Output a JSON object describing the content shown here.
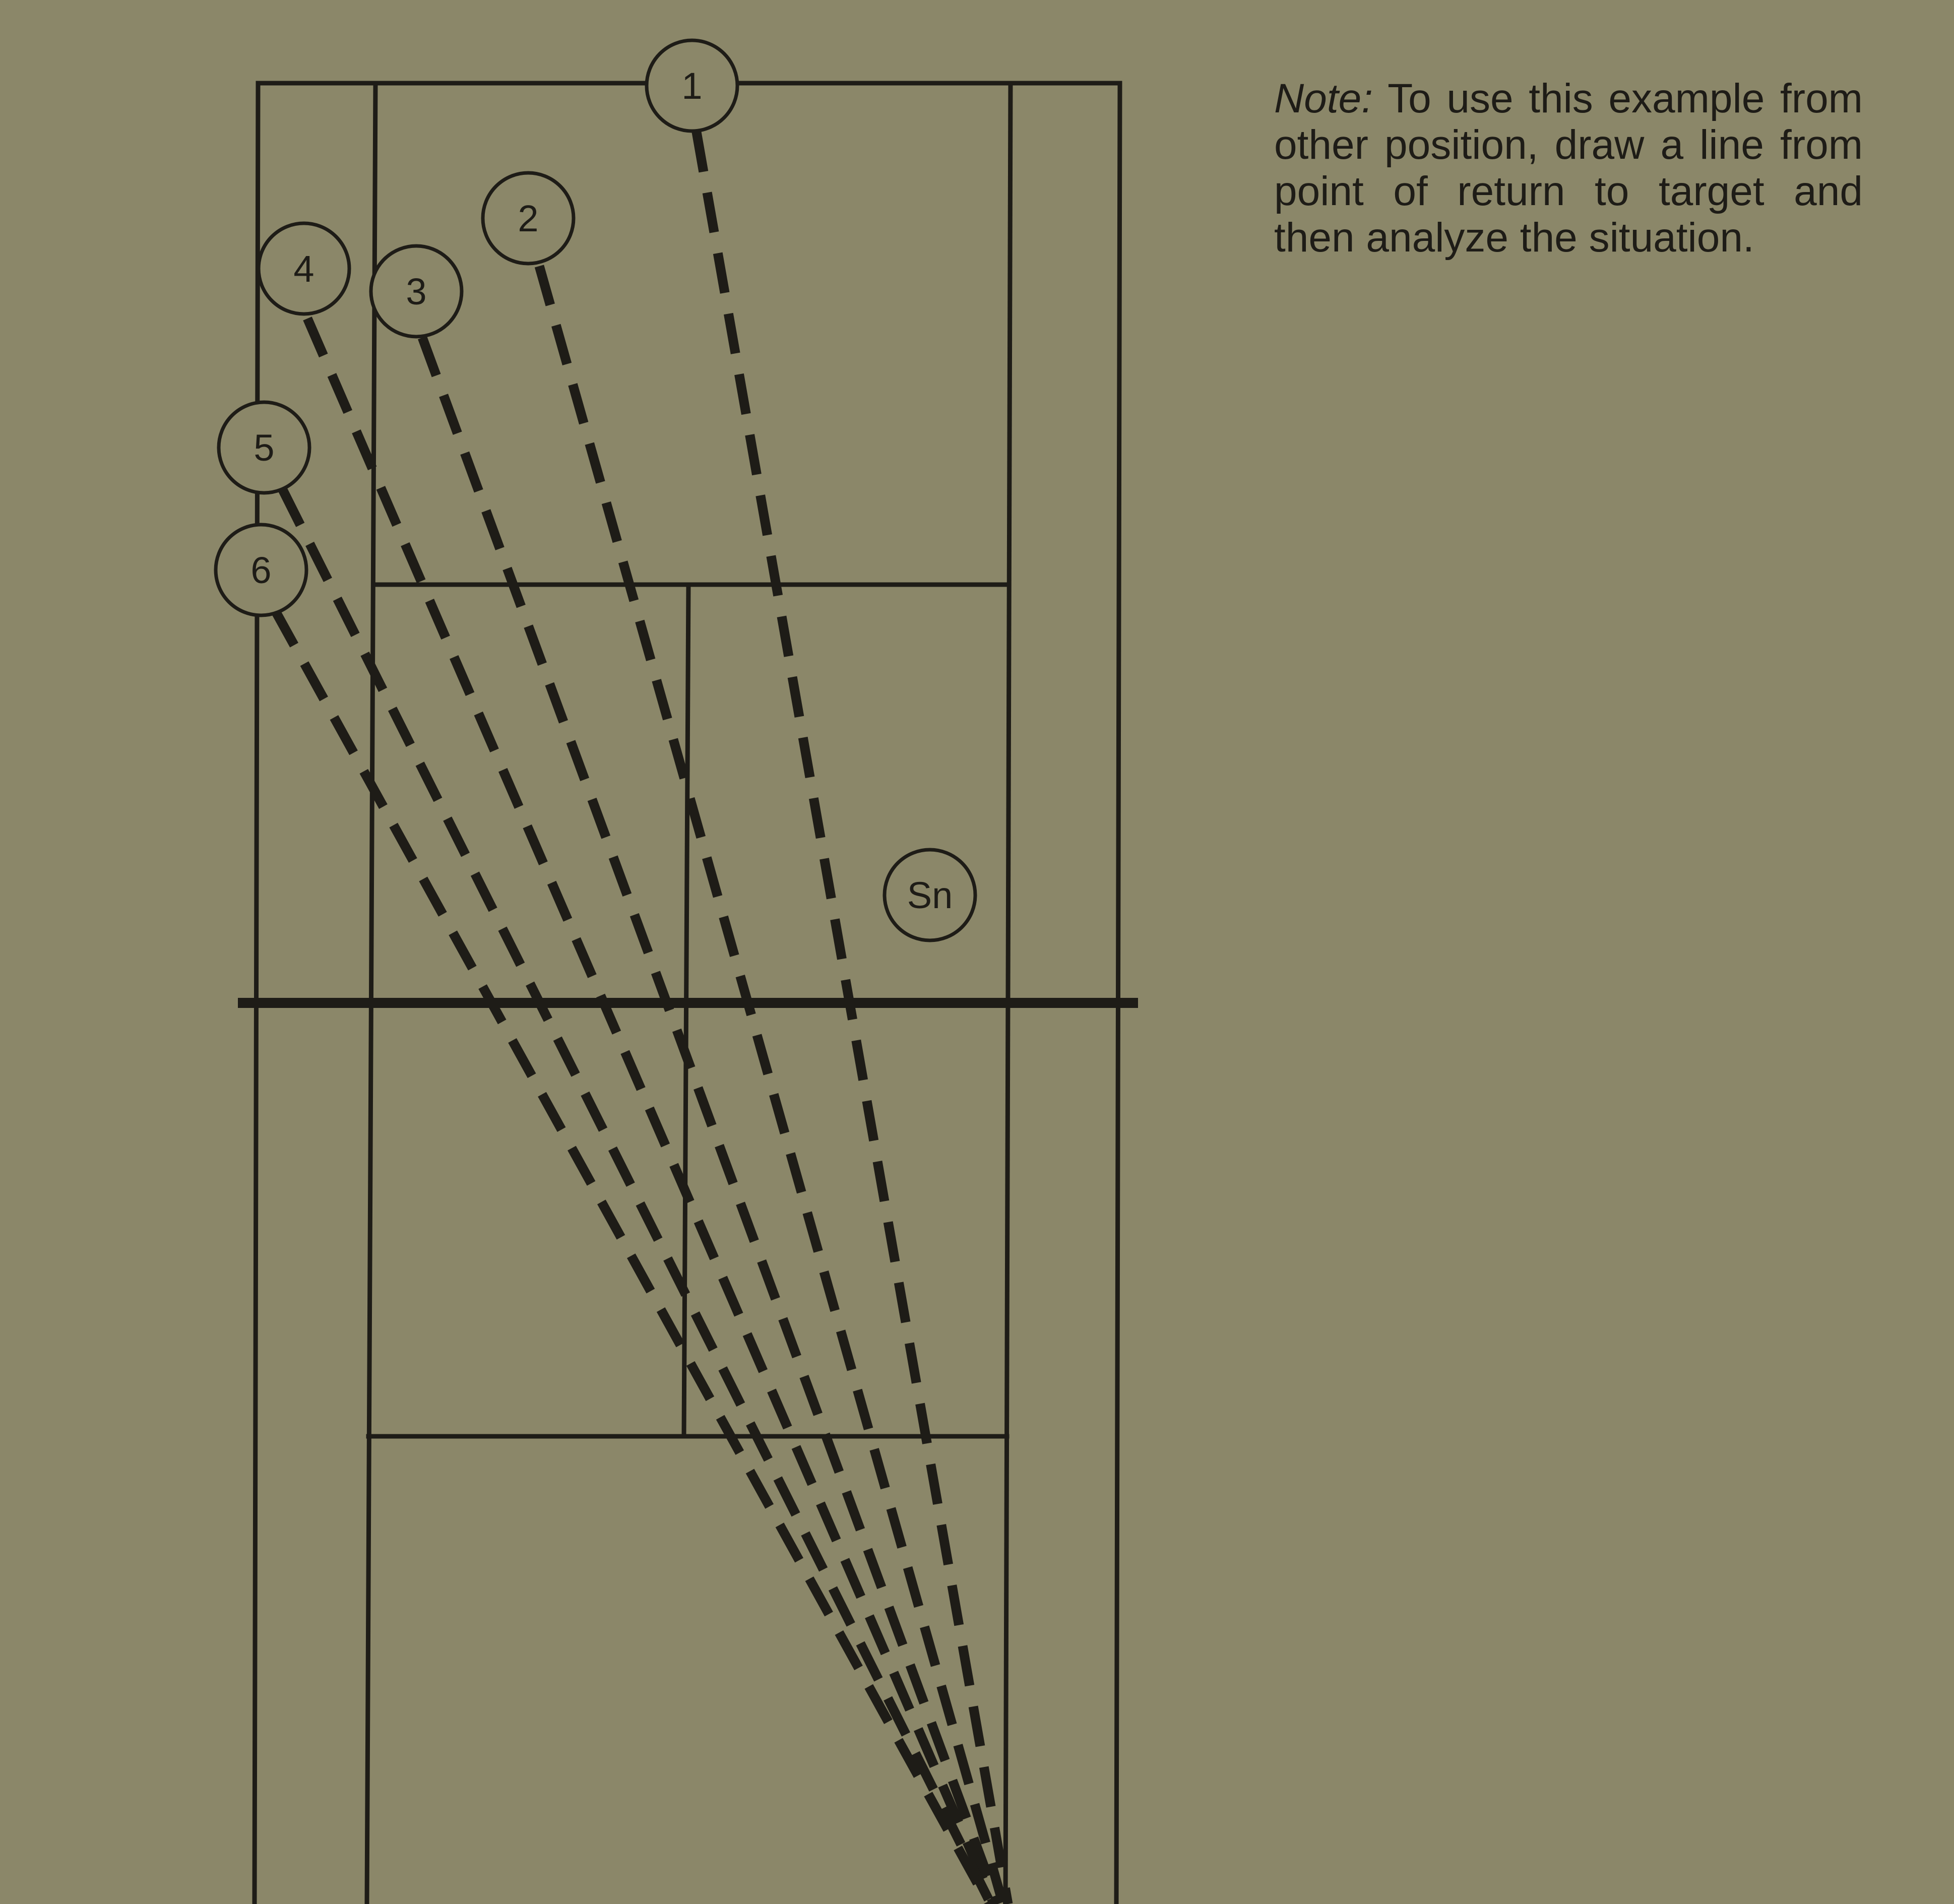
{
  "note": {
    "label": "Note:",
    "text": "To use this example from other position, draw a line from point of return to target and then analyze the situation."
  },
  "markers": [
    {
      "id": "1",
      "label": "1"
    },
    {
      "id": "2",
      "label": "2"
    },
    {
      "id": "3",
      "label": "3"
    },
    {
      "id": "4",
      "label": "4"
    },
    {
      "id": "5",
      "label": "5"
    },
    {
      "id": "6",
      "label": "6"
    },
    {
      "id": "sn",
      "label": "Sn"
    }
  ],
  "colors": {
    "background": "#8b8769",
    "ink": "#1e1c17"
  }
}
